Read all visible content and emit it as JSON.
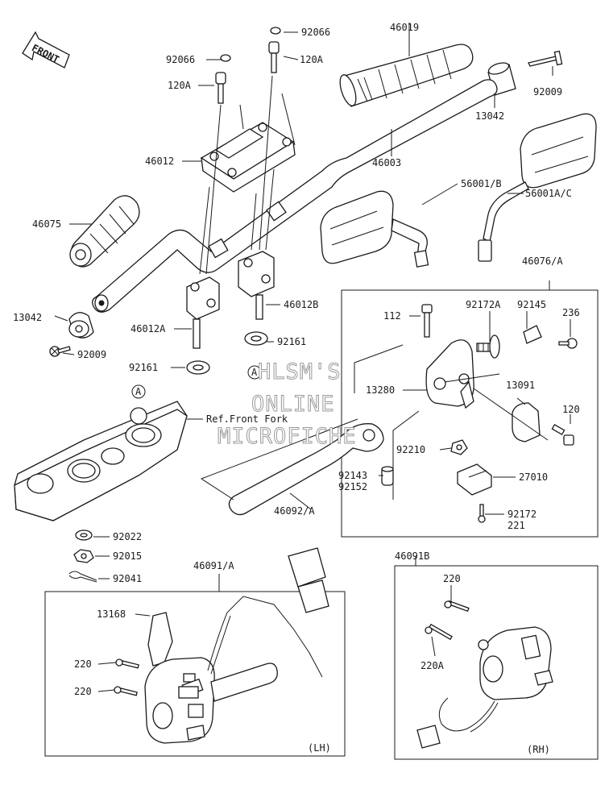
{
  "front_arrow": {
    "text": "FRONT"
  },
  "watermark": {
    "line1": "HLSM'S",
    "line2": "ONLINE",
    "line3": "MICROFICHE"
  },
  "labels": {
    "p92066a": "92066",
    "p92066b": "92066",
    "p120a_a": "120A",
    "p120a_b": "120A",
    "p46019": "46019",
    "p92009a": "92009",
    "p13042a": "13042",
    "p46012": "46012",
    "p46003": "46003",
    "p46075": "46075",
    "p56001b": "56001/B",
    "p56001ac": "56001A/C",
    "p46076a": "46076/A",
    "p112": "112",
    "p92172a": "92172A",
    "p92145": "92145",
    "p236": "236",
    "p13042b": "13042",
    "p92009b": "92009",
    "p46012a": "46012A",
    "p46012b": "46012B",
    "p92161a": "92161",
    "p92161b": "92161",
    "p13280": "13280",
    "p13091": "13091",
    "p120": "120",
    "ref_front_fork": "Ref.Front Fork",
    "p92210": "92210",
    "p92143": "92143",
    "p92152": "92152",
    "p27010": "27010",
    "p46092a": "46092/A",
    "p92172": "92172",
    "p221": "221",
    "p92022": "92022",
    "p92015": "92015",
    "p92041": "92041",
    "p46091a": "46091/A",
    "p46091b": "46091B",
    "p13168": "13168",
    "p220a": "220",
    "p220b": "220",
    "p220c": "220",
    "p220a2": "220A",
    "lh": "(LH)",
    "rh": "(RH)",
    "ref_a1": "A",
    "ref_a2": "A"
  }
}
